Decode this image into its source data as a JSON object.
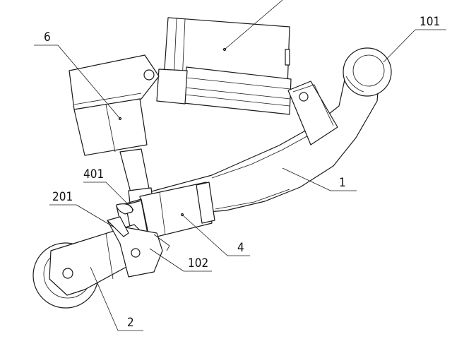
{
  "labels": {
    "l101": "101",
    "l6": "6",
    "l1": "1",
    "l401": "401",
    "l201": "201",
    "l4": "4",
    "l102": "102",
    "l2": "2"
  }
}
